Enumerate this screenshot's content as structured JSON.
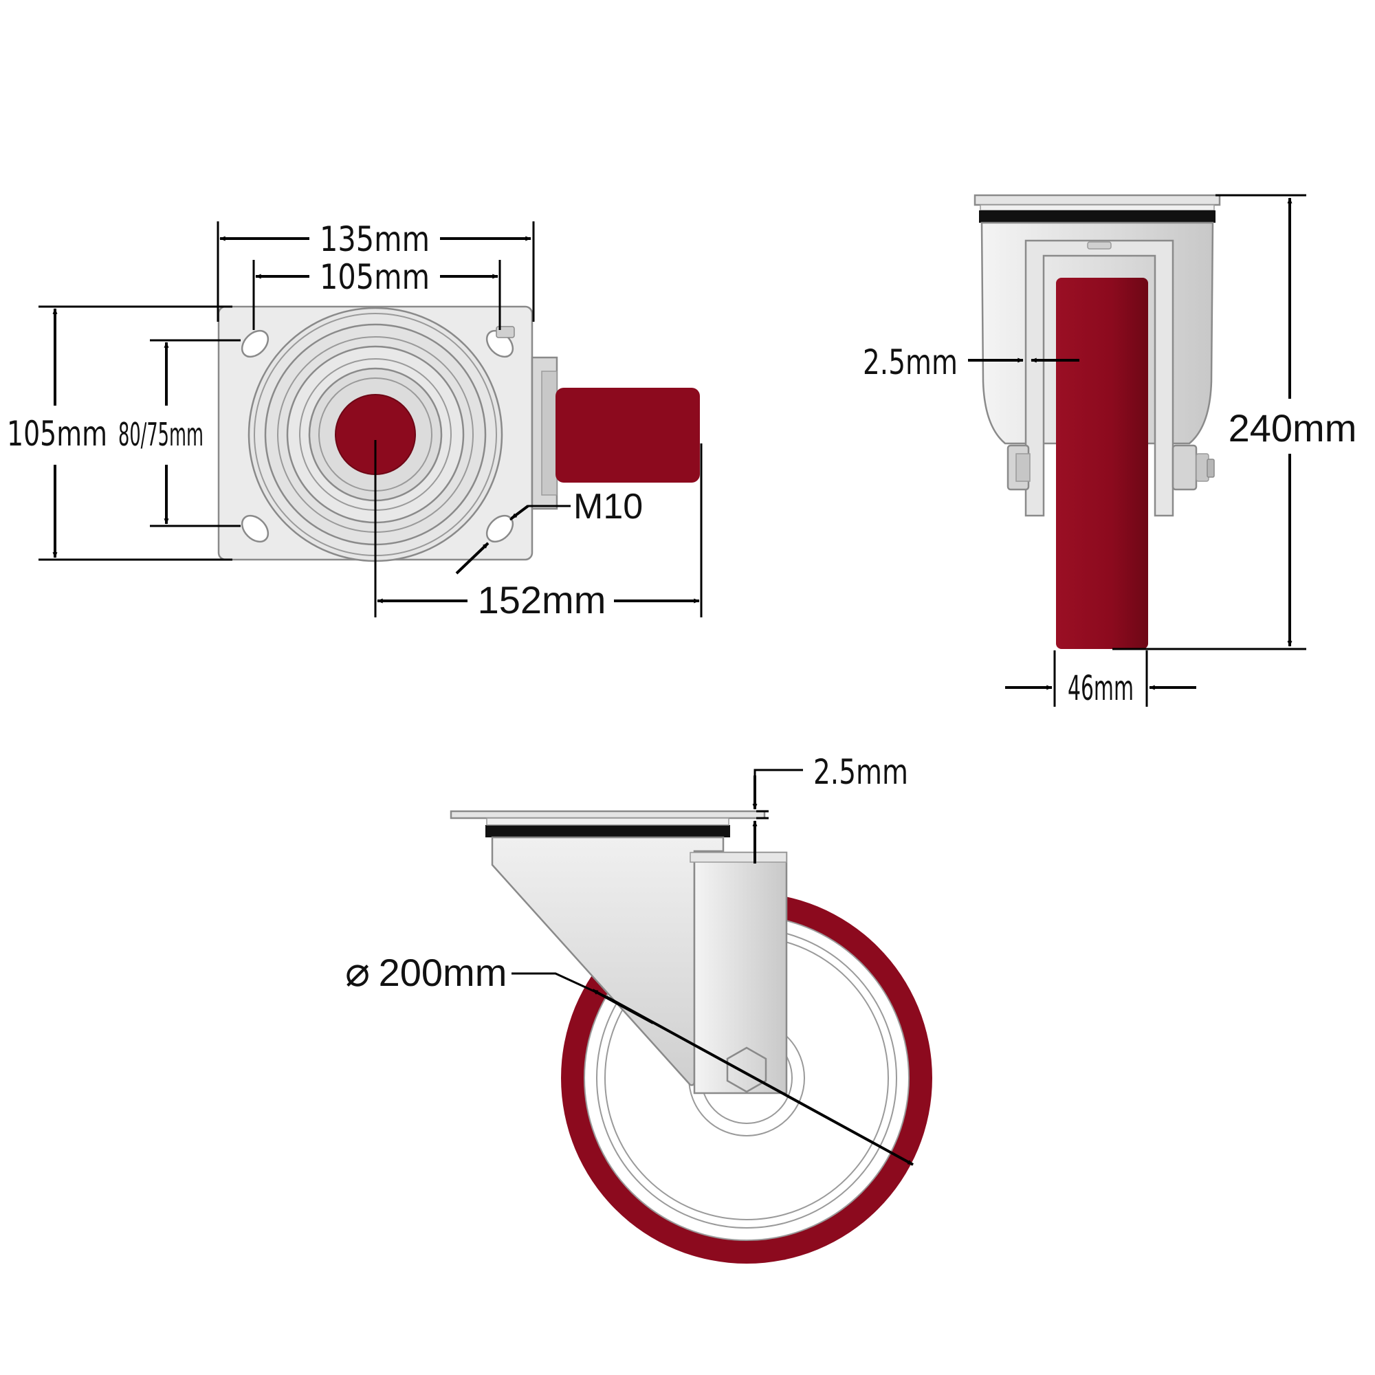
{
  "colors": {
    "wheel_red": "#8c0a1e",
    "metal_light": "#ececec",
    "metal_mid": "#d2d2d2",
    "outline": "#8a8a8a",
    "seal_black": "#111111",
    "dimension_line": "#000000"
  },
  "top_view": {
    "plate_width": "135mm",
    "hole_spacing_x": "105mm",
    "plate_height": "105mm",
    "hole_spacing_y": "80/75mm",
    "bolt_thread": "M10",
    "swivel_offset": "152mm"
  },
  "front_view": {
    "plate_thickness": "2.5mm",
    "overall_height": "240mm",
    "wheel_width": "46mm"
  },
  "side_view": {
    "plate_thickness": "2.5mm",
    "diameter_symbol": "⌀",
    "wheel_diameter": "200mm"
  }
}
